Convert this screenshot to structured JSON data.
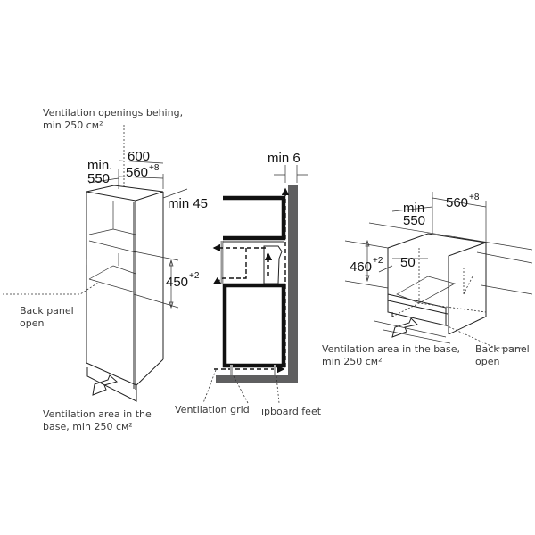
{
  "left_diagram": {
    "note_top_line1": "Ventilation openings behing,",
    "note_top_line2": "min 250 см²",
    "dim_min": "min.",
    "dim_550": "550",
    "dim_600": "600",
    "dim_560": "560",
    "dim_560_tol": "+8",
    "dim_min45": "min 45",
    "dim_450": "450",
    "dim_450_tol": "+2",
    "back_panel_line1": "Back panel",
    "back_panel_line2": "open",
    "vent_base_line1": "Ventilation area in the",
    "vent_base_line2": "base, min 250 см²"
  },
  "middle_diagram": {
    "dim_min6": "min 6",
    "ventilation_grid": "Ventilation grid",
    "cupboard_feet": "ıpboard feet"
  },
  "right_diagram": {
    "dim_min": "min",
    "dim_550": "550",
    "dim_560": "560",
    "dim_560_tol": "+8",
    "dim_460": "460",
    "dim_460_tol": "+2",
    "dim_50": "50",
    "vent_base_line1": "Ventilation area in the base,",
    "vent_base_line2": "min 250 см²",
    "back_panel_line1": "Back panel",
    "back_panel_line2": "open"
  },
  "colors": {
    "wall": "#5f5f60",
    "line": "#222222",
    "text": "#3a3a3a"
  }
}
